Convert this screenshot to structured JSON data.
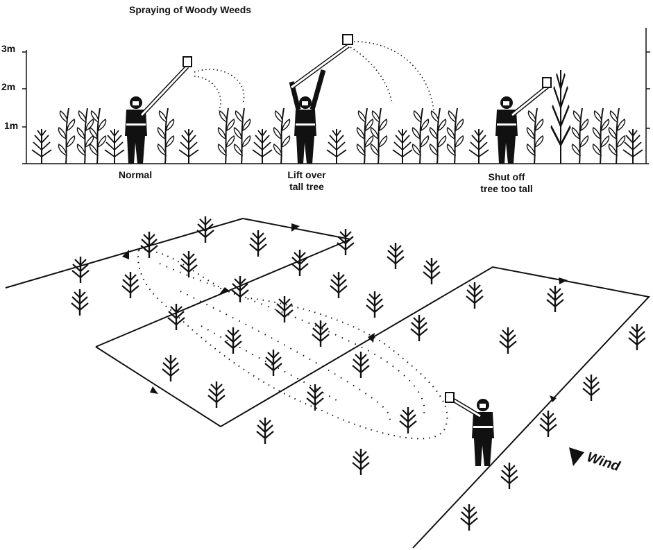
{
  "title": "Spraying of Woody Weeds",
  "height_scale": [
    "3m",
    "2m",
    "1m"
  ],
  "panels": [
    {
      "label_line1": "Normal",
      "label_line2": ""
    },
    {
      "label_line1": "Lift over",
      "label_line2": "tall tree"
    },
    {
      "label_line1": "Shut off",
      "label_line2": "tree too tall"
    }
  ],
  "wind_label": "Wind"
}
